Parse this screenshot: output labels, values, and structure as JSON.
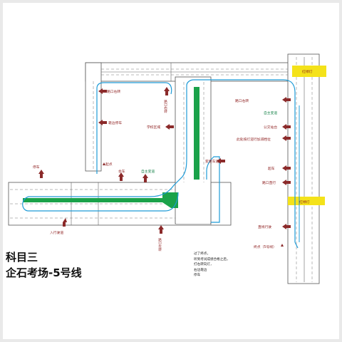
{
  "title_line1": "科目三",
  "title_line2": "企石考场-5号线",
  "labels": {
    "turn_top": "路口右转",
    "turn_right_vertical": "路口右转",
    "pull_over": "靠边停车",
    "school_zone": "学校区域",
    "stop_car": "停车",
    "start": "起点",
    "meet_car": "会车",
    "lane_change_1": "自主变道",
    "lane_change_2": "变更车道",
    "enter_lane": "入行驶道",
    "turn_bottom": "路口左转",
    "right_turn_right": "路口右转",
    "lane_change_3": "自主变道",
    "bus_stop": "公交站台",
    "pedestrian": "此处按灯迎行加减档位",
    "overtake": "超车",
    "straight": "路口直行",
    "straight_drive": "直线行驶",
    "end": "终点（5号线）",
    "traffic_light_top": "红绿灯",
    "traffic_light_bottom": "红绿灯"
  },
  "notes": [
    "过了终点，",
    "听到考试成绩合格之后，",
    "打右转向灯，",
    "右边靠边",
    "停车"
  ],
  "colors": {
    "road": "#ffffff",
    "outline": "#555555",
    "route": "#1e9bd7",
    "median": "#1aa24a",
    "arrow": "#8b2a2a",
    "light": "#f4e21a",
    "green_text": "#17834a",
    "red_text": "#8b1a1a"
  }
}
